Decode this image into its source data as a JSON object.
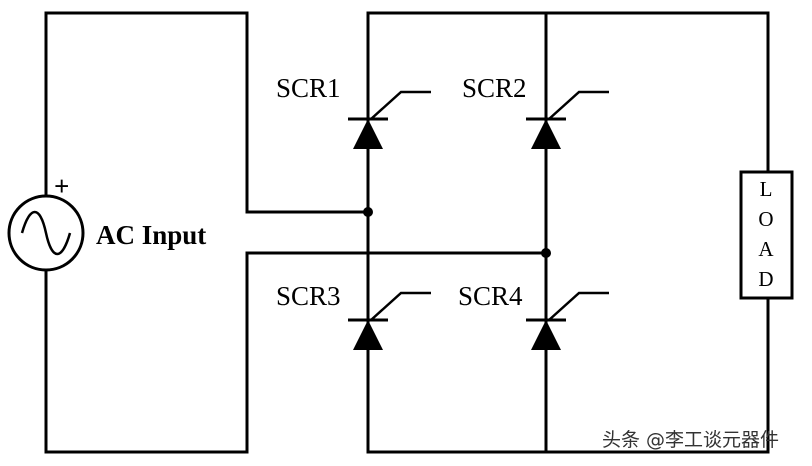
{
  "ac_source": {
    "label": "AC Input",
    "polarity": "+"
  },
  "thyristors": [
    {
      "id": "scr1",
      "label": "SCR1"
    },
    {
      "id": "scr2",
      "label": "SCR2"
    },
    {
      "id": "scr3",
      "label": "SCR3"
    },
    {
      "id": "scr4",
      "label": "SCR4"
    }
  ],
  "load": {
    "letters": [
      "L",
      "O",
      "A",
      "D"
    ]
  },
  "watermark": "头条 @李工谈元器件",
  "colors": {
    "wire": "#000000",
    "background": "#ffffff"
  }
}
